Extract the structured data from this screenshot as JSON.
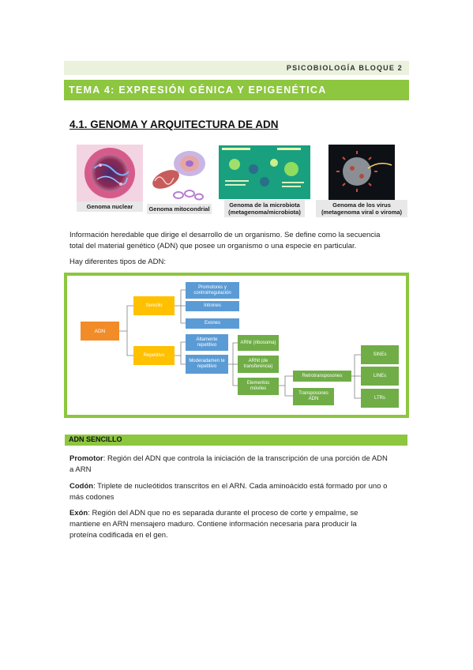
{
  "header": {
    "label": "PSICOBIOLOGÍA BLOQUE 2"
  },
  "topic": {
    "title": "TEMA 4: EXPRESIÓN GÉNICA Y EPIGENÉTICA"
  },
  "section": {
    "title": "4.1. GENOMA Y ARQUITECTURA DE ADN"
  },
  "images": [
    {
      "icon": "cell-nucleus-image",
      "caption": "Genoma nuclear"
    },
    {
      "icon": "mitochondria-image",
      "caption": "Genoma mitocondrial"
    },
    {
      "icon": "microbiota-infographic-image",
      "caption_line1": "Genoma de la microbiota",
      "caption_line2": "(metagenoma/microbiota)"
    },
    {
      "icon": "virus-image",
      "caption_line1": "Genoma de los virus",
      "caption_line2": "(metagenoma viral o viroma)"
    }
  ],
  "intro": {
    "line1": "Información heredable que dirige el desarrollo de un organismo. Se define como la secuencia",
    "line2": "total del material genético (ADN) que posee un organismo o una especie en particular.",
    "types": "Hay diferentes tipos de ADN:"
  },
  "diagram": {
    "root": "ADN",
    "sencillo": "Sencillo",
    "repetitivo": "Repetitivo",
    "promotores": "Promotores y control/regulación",
    "intrones": "Intrones",
    "exones": "Exones",
    "altamente": "Altamente repetitivo",
    "moderadamente": "Moderadamen te repetitivo",
    "arnr": "ARNr (ribosoma)",
    "arnt": "ARNt (de transferencia)",
    "moviles": "Elementos móviles",
    "retro": "Retrotransposones",
    "transpo": "Transposones ADN",
    "sines": "SINEs",
    "lines": "LINEs",
    "ltrs": "LTRs"
  },
  "adn_sencillo": {
    "heading": "ADN SENCILLO",
    "promotor_term": "Promotor",
    "promotor_l1": ": Región del ADN que controla la iniciación de la transcripción de una porción de ADN",
    "promotor_l2": "a ARN",
    "codon_term": "Codón",
    "codon_l1": ": Triplete de nucleótidos transcritos en el ARN. Cada aminoácido está formado por uno o",
    "codon_l2": "más codones",
    "exon_term": "Exón",
    "exon_l1": ": Región del ADN que no es separada durante el proceso de corte y empalme, se",
    "exon_l2": "mantiene en ARN mensajero maduro. Contiene información necesaria para producir la",
    "exon_l3": "proteína codificada en el gen."
  },
  "colors": {
    "accent": "#8dc63f",
    "header_bg": "#eaf1dd",
    "orange": "#f28c28",
    "yellow": "#ffc000",
    "blue": "#5b9bd5",
    "green": "#70ad47"
  }
}
